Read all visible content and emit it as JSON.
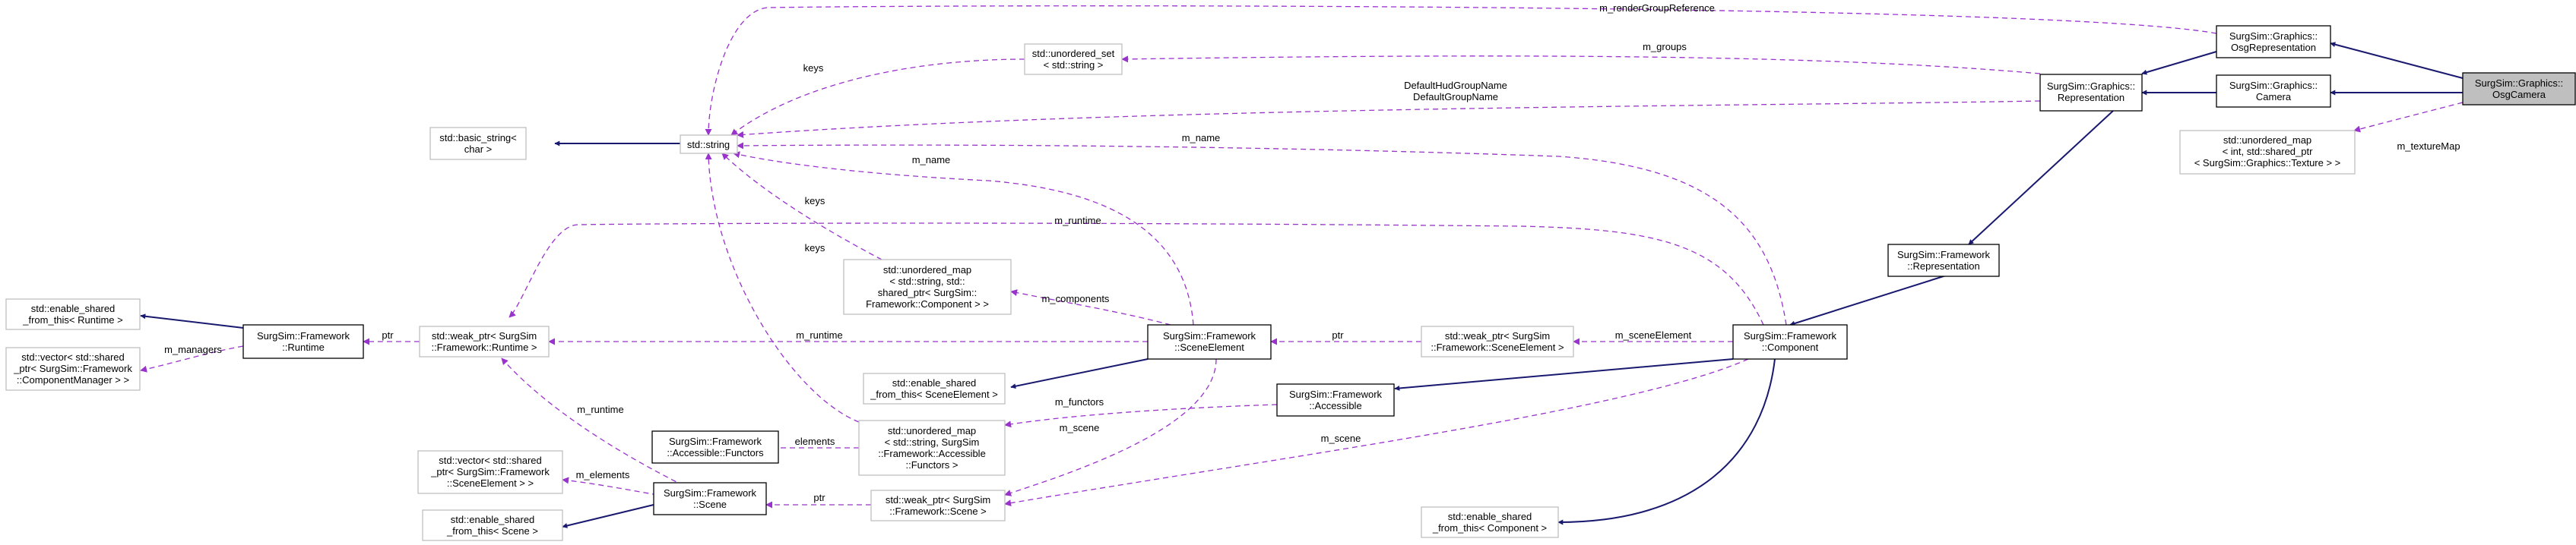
{
  "colors": {
    "inheritance": "#191970",
    "usage": "#9a32cd",
    "focus_node_fill": "#bfbfbf",
    "undocumented_border": "#bfbfbf"
  },
  "nodes": {
    "osgcamera": [
      "SurgSim::Graphics::",
      "OsgCamera"
    ],
    "osgrep": [
      "SurgSim::Graphics::",
      "OsgRepresentation"
    ],
    "camera": [
      "SurgSim::Graphics::",
      "Camera"
    ],
    "texmap": [
      "std::unordered_map",
      "< int, std::shared_ptr",
      "< SurgSim::Graphics::Texture > >"
    ],
    "grep": [
      "SurgSim::Graphics::",
      "Representation"
    ],
    "uset": [
      "std::unordered_set",
      "< std::string >"
    ],
    "string": [
      "std::string"
    ],
    "bstring": [
      "std::basic_string<",
      "char >"
    ],
    "fwrep": [
      "SurgSim::Framework",
      "::Representation"
    ],
    "comp": [
      "SurgSim::Framework",
      "::Component"
    ],
    "umap_comp": [
      "std::unordered_map",
      "< std::string, std::",
      "shared_ptr< SurgSim::",
      "Framework::Component > >"
    ],
    "scenelem": [
      "SurgSim::Framework",
      "::SceneElement"
    ],
    "weak_se": [
      "std::weak_ptr< SurgSim",
      "::Framework::SceneElement >"
    ],
    "esft_se": [
      "std::enable_shared",
      "_from_this< SceneElement >"
    ],
    "accessible": [
      "SurgSim::Framework",
      "::Accessible"
    ],
    "umap_func": [
      "std::unordered_map",
      "< std::string, SurgSim",
      "::Framework::Accessible",
      "::Functors >"
    ],
    "functors": [
      "SurgSim::Framework",
      "::Accessible::Functors"
    ],
    "weak_scene": [
      "std::weak_ptr< SurgSim",
      "::Framework::Scene >"
    ],
    "scene": [
      "SurgSim::Framework",
      "::Scene"
    ],
    "vec_se": [
      "std::vector< std::shared",
      "_ptr< SurgSim::Framework",
      "::SceneElement > >"
    ],
    "esft_scene": [
      "std::enable_shared",
      "_from_this< Scene >"
    ],
    "weak_rt": [
      "std::weak_ptr< SurgSim",
      "::Framework::Runtime >"
    ],
    "runtime": [
      "SurgSim::Framework",
      "::Runtime"
    ],
    "esft_rt": [
      "std::enable_shared",
      "_from_this< Runtime >"
    ],
    "vec_cm": [
      "std::vector< std::shared",
      "_ptr< SurgSim::Framework",
      "::ComponentManager > >"
    ],
    "esft_comp": [
      "std::enable_shared",
      "_from_this< Component >"
    ]
  },
  "edge_labels": {
    "renderGroupReference": "m_renderGroupReference",
    "groups": "m_groups",
    "hudgroup1": "DefaultHudGroupName",
    "hudgroup2": "DefaultGroupName",
    "textureMap": "m_textureMap",
    "keys_uset": "keys",
    "comp_name": "m_name",
    "se_name": "m_name",
    "keys_umap_comp": "keys",
    "keys_umap_func": "keys",
    "comp_runtime": "m_runtime",
    "components": "m_components",
    "se_runtime": "m_runtime",
    "ptr_weak_rt": "ptr",
    "managers": "m_managers",
    "ptr_weak_se": "ptr",
    "sceneElement": "m_sceneElement",
    "functors": "m_functors",
    "elements": "elements",
    "se_scene": "m_scene",
    "comp_scene": "m_scene",
    "scene_elements": "m_elements",
    "scene_runtime": "m_runtime",
    "ptr_weak_scene": "ptr"
  }
}
